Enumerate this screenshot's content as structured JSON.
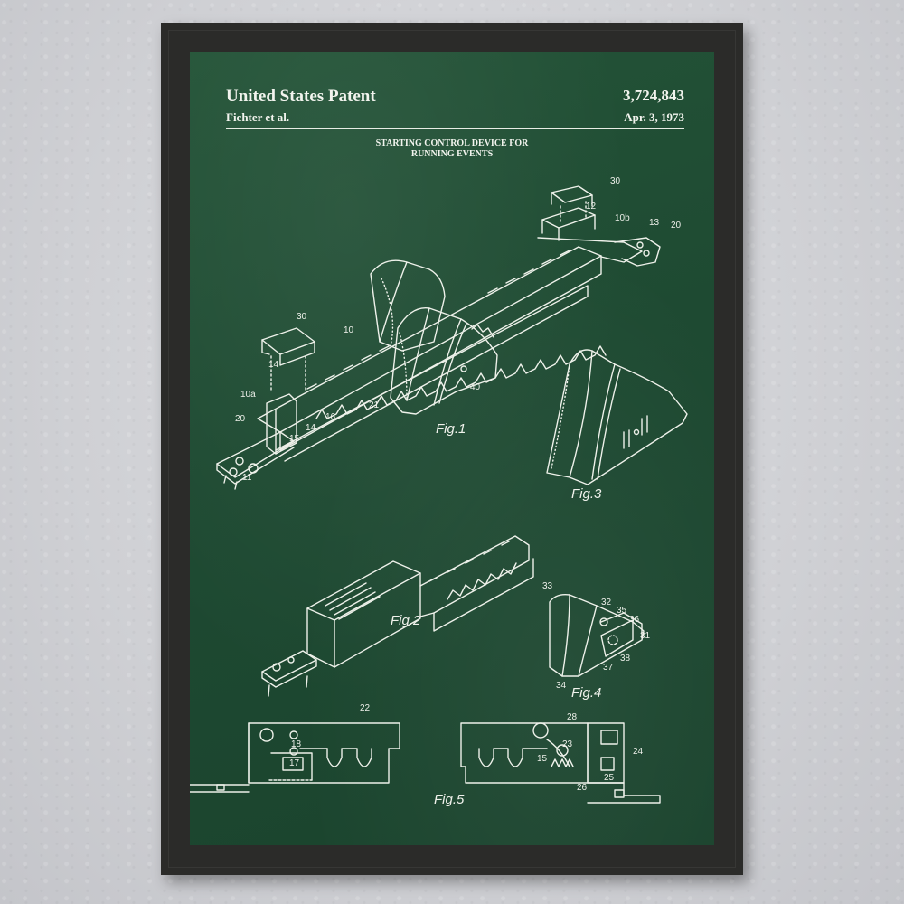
{
  "patent": {
    "header_title": "United States Patent",
    "inventor": "Fichter et al.",
    "number": "3,724,843",
    "date": "Apr. 3, 1973",
    "title_line1": "STARTING CONTROL DEVICE FOR",
    "title_line2": "RUNNING EVENTS"
  },
  "figures": {
    "fig1": "Fig.1",
    "fig2": "Fig.2",
    "fig3": "Fig.3",
    "fig4": "Fig.4",
    "fig5": "Fig.5"
  },
  "reference_numerals": {
    "fig1": [
      "30",
      "12",
      "10b",
      "13",
      "20",
      "30",
      "10",
      "14",
      "10a",
      "20",
      "16",
      "14",
      "15",
      "21",
      "11",
      "40"
    ],
    "fig4": [
      "33",
      "32",
      "35",
      "36",
      "31",
      "38",
      "37",
      "34"
    ],
    "fig5": [
      "22",
      "18",
      "17",
      "28",
      "23",
      "15",
      "24",
      "25",
      "26"
    ]
  },
  "colors": {
    "wall": "#cfd0d4",
    "frame": "#2b2b29",
    "board": "#1e4a32",
    "chalk": "#f2f4ee"
  }
}
